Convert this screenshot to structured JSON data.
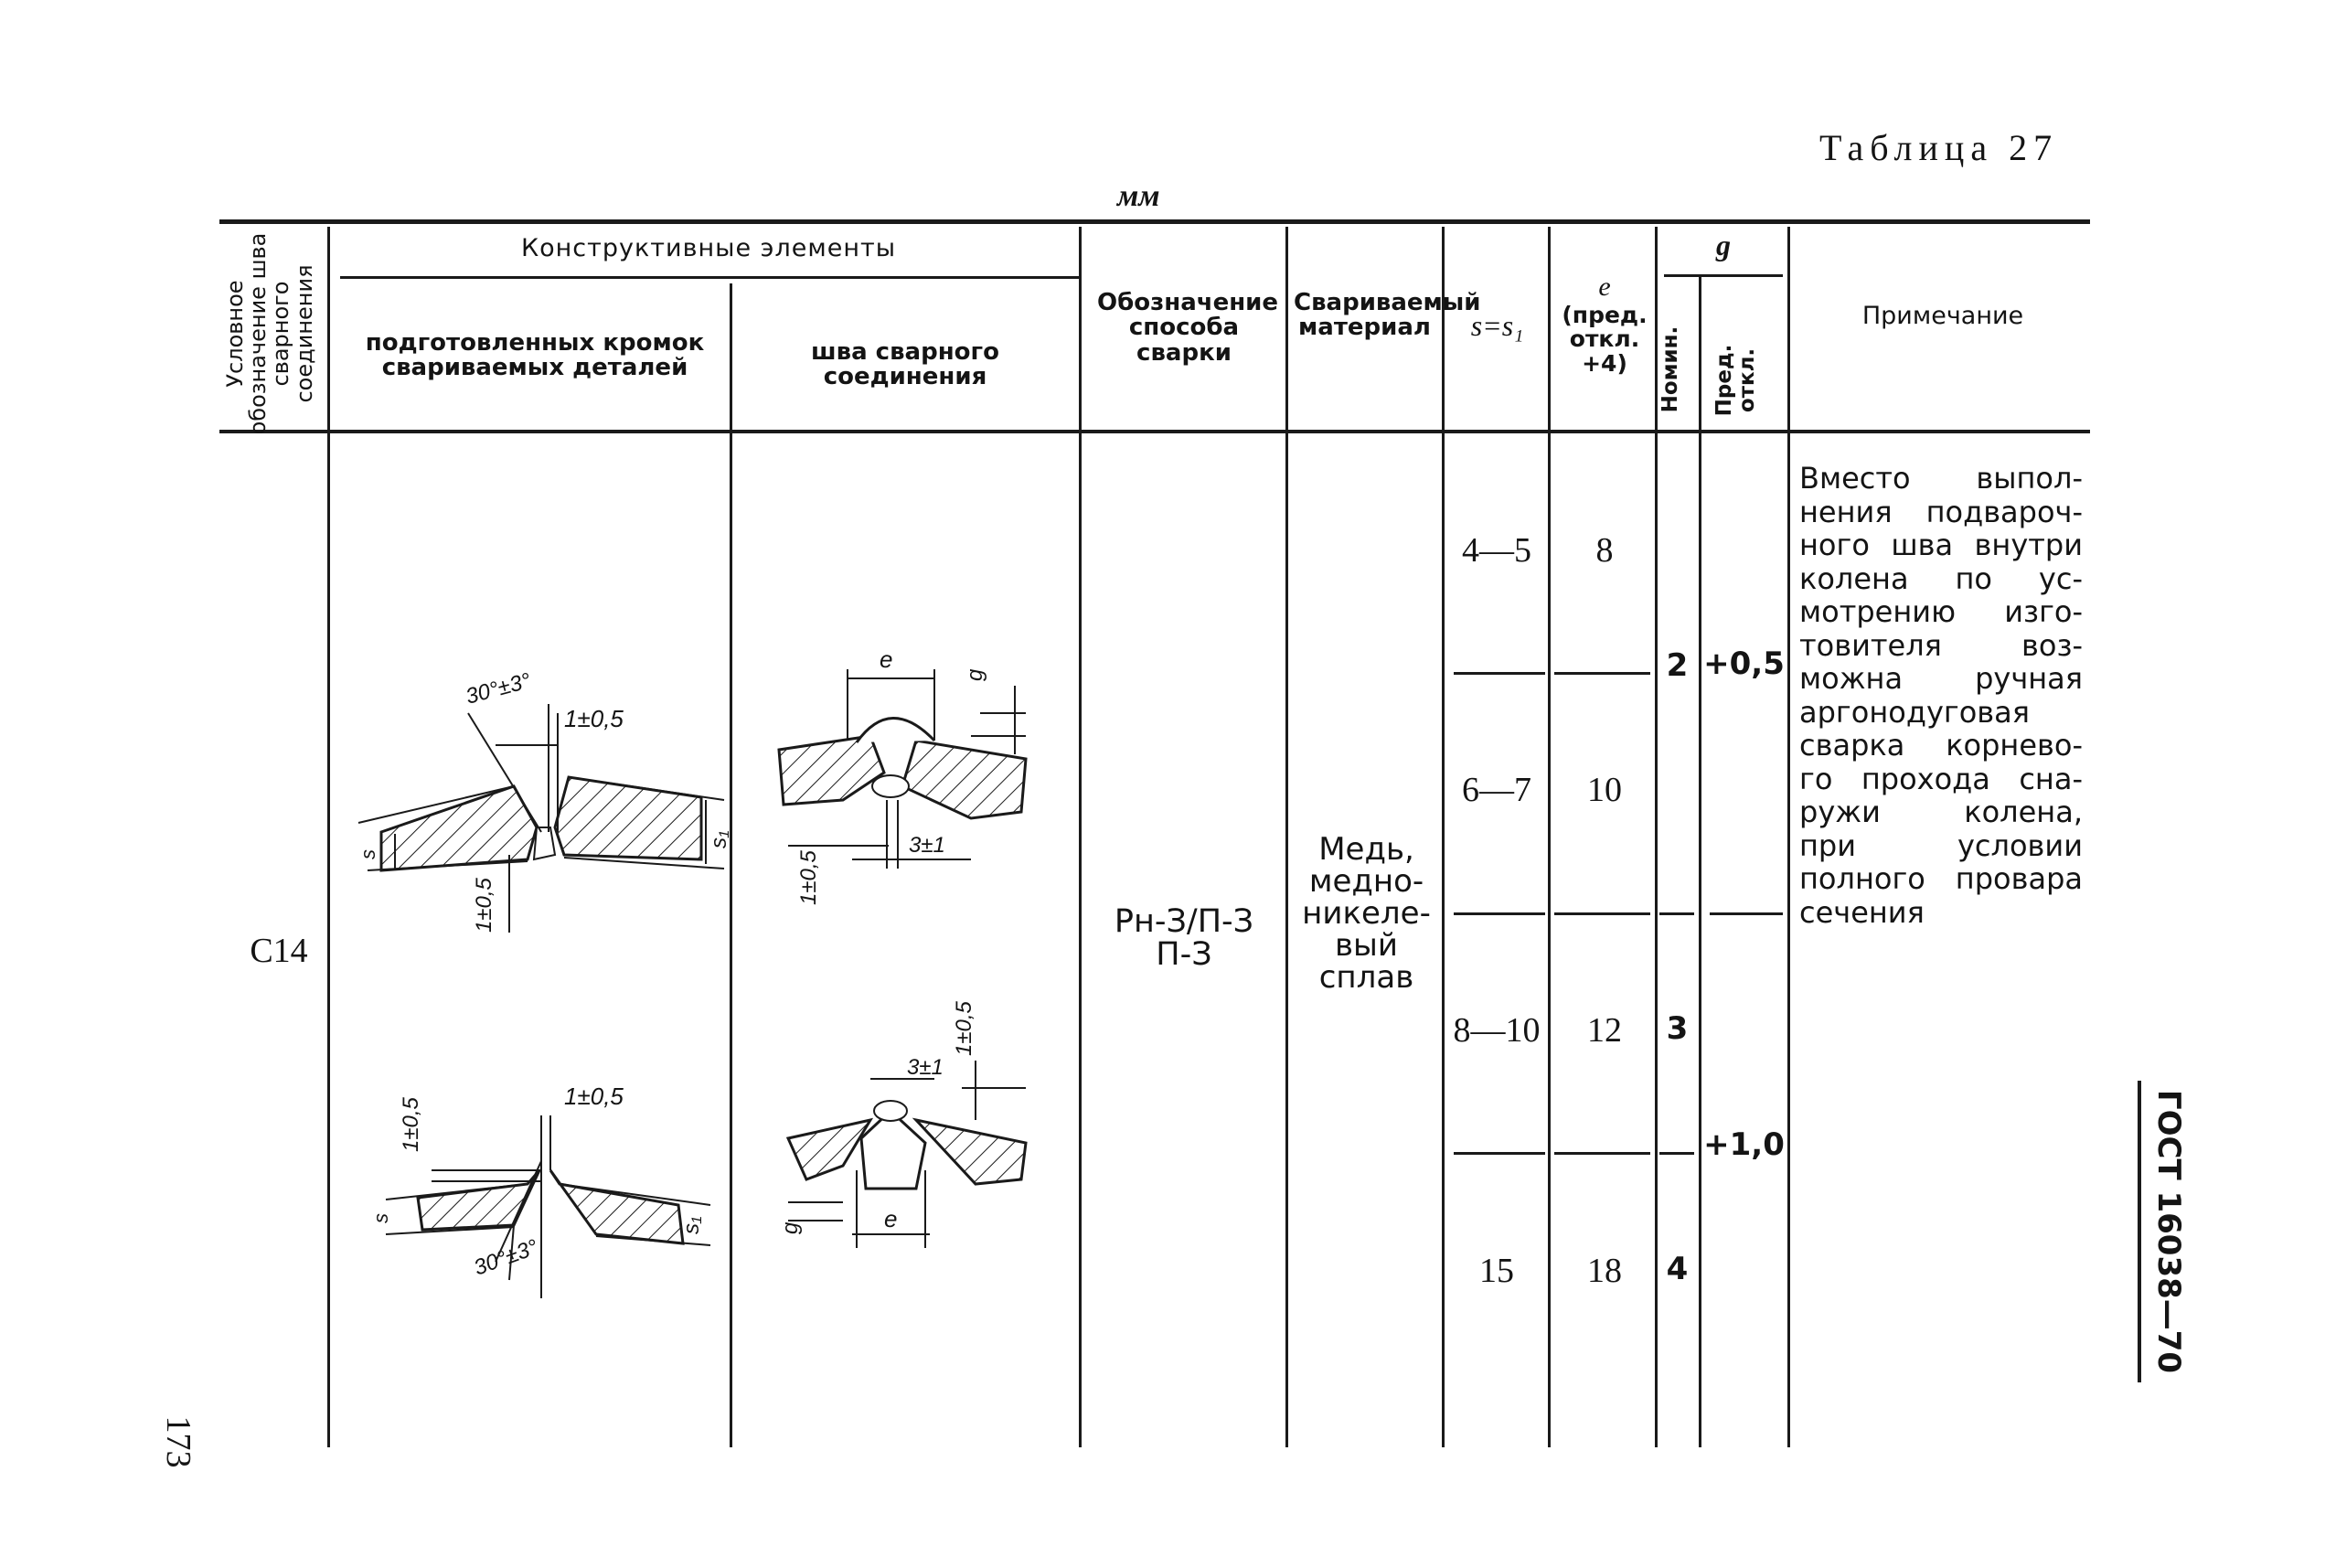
{
  "table_title": "Таблица 27",
  "units": "мм",
  "headers": {
    "designation": "Условное обозначение шва сварного соединения",
    "structural": "Конструктивные элементы",
    "prepared_edges": "подготовленных кромок свариваемых деталей",
    "weld_seam": "шва сварного соединения",
    "method": "Обозначение способа сварки",
    "material": "Свариваемый материал",
    "s": "s=s₁",
    "e": "e",
    "e_tol": "(пред. откл. +4)",
    "g": "g",
    "g_nom": "Номин.",
    "g_tol": "Пред. откл.",
    "note": "Примечание"
  },
  "row": {
    "designation": "С14",
    "method_line1": "Рн-З/П-З",
    "method_line2": "П-З",
    "material_lines": [
      "Медь,",
      "медно-",
      "никеле-",
      "вый",
      "сплав"
    ],
    "s_values": [
      "4—5",
      "6—7",
      "8—10",
      "15"
    ],
    "e_values": [
      "8",
      "10",
      "12",
      "18"
    ],
    "g_nom_values": [
      "2",
      "3",
      "4"
    ],
    "g_tol_values": [
      "+0,5",
      "+1,0"
    ],
    "note_lines": [
      "Вместо выпол-",
      "нения подвароч-",
      "ного шва внутри",
      "колена по ус-",
      "мотрению изго-",
      "товителя воз-",
      "можна ручная",
      "аргонодуговая",
      "сварка корнево-",
      "го прохода сна-",
      "ружи колена,",
      "при условии",
      "полного провара",
      "сечения"
    ]
  },
  "drawing_labels": {
    "angle": "30°±3°",
    "gap": "1±0,5",
    "s": "s",
    "s1": "s₁",
    "e": "e",
    "g": "g",
    "root": "3±1"
  },
  "page_number": "173",
  "standard": "ГОСТ 16038—70"
}
